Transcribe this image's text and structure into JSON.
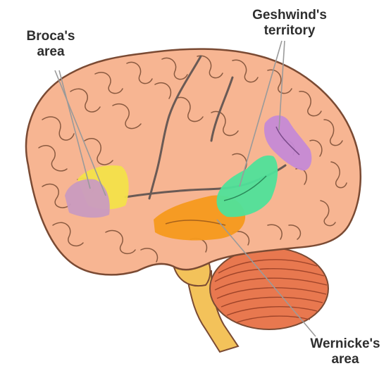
{
  "labels": {
    "broca": {
      "line1": "Broca's",
      "line2": "area"
    },
    "geshwind": {
      "line1": "Geshwind's",
      "line2": "territory"
    },
    "wernicke": {
      "line1": "Wernicke's",
      "line2": "area"
    }
  },
  "colors": {
    "brain": "#f7b592",
    "brain_outline": "#7a4a33",
    "gyrus_line": "#8a5a40",
    "sulcus": "#6a5a55",
    "broca_purple": "#c99bc0",
    "broca_yellow": "#f3e14a",
    "wernicke_orange": "#f59a1e",
    "geshwind_green": "#4fe29a",
    "geshwind_purple": "#c58ad6",
    "cerebellum": "#e8784f",
    "brainstem": "#f3c25a",
    "pointer": "#9a9a9a"
  }
}
